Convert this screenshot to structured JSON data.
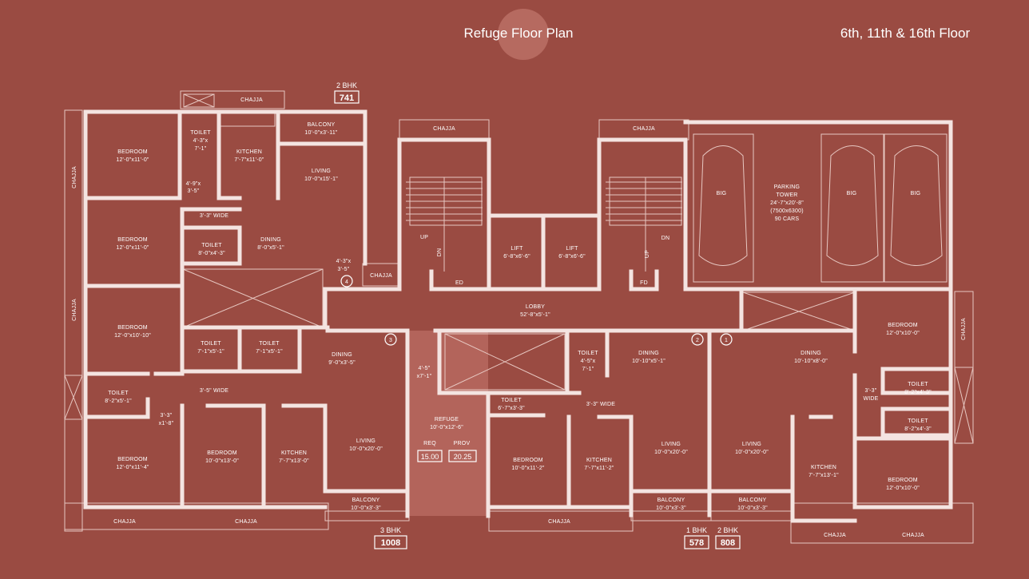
{
  "header": {
    "title": "Refuge Floor Plan",
    "floors": "6th, 11th & 16th Floor"
  },
  "colors": {
    "background": "#9a4b42",
    "wall": "#f4e4e1",
    "refuge_fill": "#b3645b",
    "title_circle": "#b66a60"
  },
  "units": {
    "u2bhk_741": {
      "tag": "2 BHK",
      "area": "741"
    },
    "u3bhk": {
      "tag": "3 BHK",
      "area": "1008"
    },
    "u1bhk": {
      "tag": "1 BHK",
      "area": "578"
    },
    "u2bhk_808": {
      "tag": "2 BHK",
      "area": "808"
    }
  },
  "unit_numbers": {
    "n1": "1",
    "n2": "2",
    "n3": "3",
    "n4": "4"
  },
  "rooms": {
    "chajja_top_left": "CHAJJA",
    "bedroom1": {
      "name": "BEDROOM",
      "dim": "12'-0\"x11'-0\""
    },
    "toilet1": {
      "name": "TOILET",
      "dim1": "4'-3\"x",
      "dim2": "7'-1\""
    },
    "kitchen1": {
      "name": "KITCHEN",
      "dim": "7'-7\"x11'-0\""
    },
    "balcony1": {
      "name": "BALCONY",
      "dim": "10'-0\"x3'-11\""
    },
    "living1": {
      "name": "LIVING",
      "dim": "10'-0\"x15'-1\""
    },
    "passage1": {
      "dim1": "4'-9\"x",
      "dim2": "3'-5\""
    },
    "wide1": "3'-3\" WIDE",
    "bedroom2": {
      "name": "BEDROOM",
      "dim": "12'-0\"x11'-0\""
    },
    "toilet2": {
      "name": "TOILET",
      "dim": "8'-0\"x4'-3\""
    },
    "dining1": {
      "name": "DINING",
      "dim": "8'-0\"x5'-1\""
    },
    "passage4": {
      "dim1": "4'-3\"x",
      "dim2": "3'-5\""
    },
    "chajja_mid": "CHAJJA",
    "chajja_left1": "CHAJJA",
    "chajja_left2": "CHAJJA",
    "bedroom3": {
      "name": "BEDROOM",
      "dim": "12'-0\"x10'-10\""
    },
    "toilet3": {
      "name": "TOILET",
      "dim": "7'-1\"x5'-1\""
    },
    "toilet4": {
      "name": "TOILET",
      "dim": "7'-1\"x5'-1\""
    },
    "dining2": {
      "name": "DINING",
      "dim": "9'-0\"x3'-5\""
    },
    "toilet5": {
      "name": "TOILET",
      "dim": "8'-2\"x5'-1\""
    },
    "wide2": "3'-5\" WIDE",
    "passage5": {
      "dim1": "3'-3\"",
      "dim2": "x1'-8\""
    },
    "bedroom4": {
      "name": "BEDROOM",
      "dim": "12'-0\"x11'-4\""
    },
    "bedroom5": {
      "name": "BEDROOM",
      "dim": "10'-0\"x13'-0\""
    },
    "kitchen2": {
      "name": "KITCHEN",
      "dim": "7'-7\"x13'-0\""
    },
    "living2": {
      "name": "LIVING",
      "dim": "10'-0\"x20'-0\""
    },
    "balcony2": {
      "name": "BALCONY",
      "dim": "10'-0\"x3'-3\""
    },
    "chajja_bottom1": "CHAJJA",
    "chajja_bottom2": "CHAJJA",
    "chajja_stair1": "CHAJJA",
    "chajja_stair2": "CHAJJA",
    "up1": "UP",
    "dn1": "DN",
    "ed": "ED",
    "lift1": {
      "name": "LIFT",
      "dim": "6'-8\"x6'-6\""
    },
    "lift2": {
      "name": "LIFT",
      "dim": "6'-8\"x6'-6\""
    },
    "up2": "UP",
    "dn2": "DN",
    "fd": "FD",
    "parking": {
      "name1": "PARKING",
      "name2": "TOWER",
      "dim": "24'-7\"x20'-8\"",
      "size": "(7500x6300)",
      "cars": "90 CARS"
    },
    "car_big": "BIG",
    "lobby": {
      "name": "LOBBY",
      "dim": "52'-8\"x5'-1\""
    },
    "passage_refuge": {
      "dim1": "4'-5\"",
      "dim2": "x7'-1\""
    },
    "refuge": {
      "name": "REFUGE",
      "dim": "10'-0\"x12'-6\"",
      "req_label": "REQ",
      "prov_label": "PROV",
      "req": "15.00",
      "prov": "20.25"
    },
    "toilet6": {
      "name": "TOILET",
      "dim1": "4'-5\"x",
      "dim2": "7'-1\""
    },
    "toilet7": {
      "name": "TOILET",
      "dim": "6'-7\"x3'-3\""
    },
    "wide3": "3'-3\" WIDE",
    "dining3": {
      "name": "DINING",
      "dim": "10'-10\"x5'-1\""
    },
    "bedroom6": {
      "name": "BEDROOM",
      "dim": "10'-0\"x11'-2\""
    },
    "kitchen3": {
      "name": "KITCHEN",
      "dim": "7'-7\"x11'-2\""
    },
    "living3": {
      "name": "LIVING",
      "dim": "10'-0\"x20'-0\""
    },
    "balcony3": {
      "name": "BALCONY",
      "dim": "10'-0\"x3'-3\""
    },
    "chajja_bottom3": "CHAJJA",
    "dining4": {
      "name": "DINING",
      "dim": "10'-10\"x8'-0\""
    },
    "bedroom7": {
      "name": "BEDROOM",
      "dim": "12'-0\"x10'-0\""
    },
    "chajja_right": "CHAJJA",
    "toilet8": {
      "name": "TOILET",
      "dim": "8'-2\"x4'-3\""
    },
    "toilet9": {
      "name": "TOILET",
      "dim": "8'-2\"x4'-3\""
    },
    "wide4": {
      "dim1": "3'-3\"",
      "dim2": "WIDE"
    },
    "living4": {
      "name": "LIVING",
      "dim": "10'-0\"x20'-0\""
    },
    "kitchen4": {
      "name": "KITCHEN",
      "dim": "7'-7\"x13'-1\""
    },
    "bedroom8": {
      "name": "BEDROOM",
      "dim": "12'-0\"x10'-0\""
    },
    "balcony4": {
      "name": "BALCONY",
      "dim": "10'-0\"x3'-3\""
    },
    "chajja_bottom4": "CHAJJA",
    "chajja_bottom5": "CHAJJA"
  }
}
